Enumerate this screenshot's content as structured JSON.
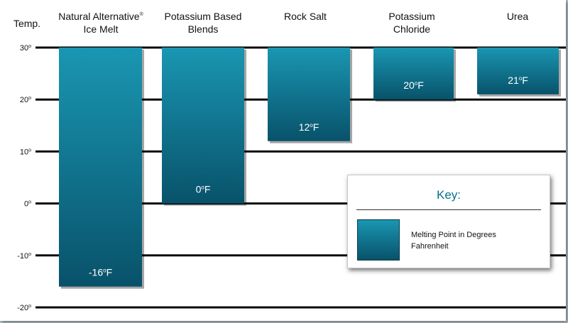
{
  "chart_data": {
    "type": "bar",
    "bar_base": 30,
    "categories": [
      [
        "Natural Alternative",
        "Ice Melt"
      ],
      [
        "Potassium Based",
        "Blends"
      ],
      [
        "Rock Salt"
      ],
      [
        "Potassium",
        "Chloride"
      ],
      [
        "Urea"
      ]
    ],
    "category_marks": [
      "®",
      "",
      "",
      "",
      ""
    ],
    "values": [
      -16,
      0,
      12,
      20,
      21
    ],
    "value_labels": [
      "-16",
      "0",
      "12",
      "20",
      "21"
    ],
    "value_unit": "F",
    "degree_symbol": "o",
    "ylabel": "Temp.",
    "ylim": [
      -20,
      30
    ],
    "yticks": [
      {
        "value": 30,
        "label": "30"
      },
      {
        "value": 20,
        "label": "20"
      },
      {
        "value": 10,
        "label": "10"
      },
      {
        "value": 0,
        "label": "0"
      },
      {
        "value": -10,
        "label": "-10"
      },
      {
        "value": -20,
        "label": "-20"
      }
    ],
    "grid": true,
    "legend": {
      "title": "Key:",
      "entry": "Melting Point in Degrees Fahrenheit",
      "placement": "bottom-right"
    },
    "colors": {
      "bar_top": "#1a96b2",
      "bar_bottom": "#08526a",
      "key_title": "#0a6f8e"
    }
  }
}
